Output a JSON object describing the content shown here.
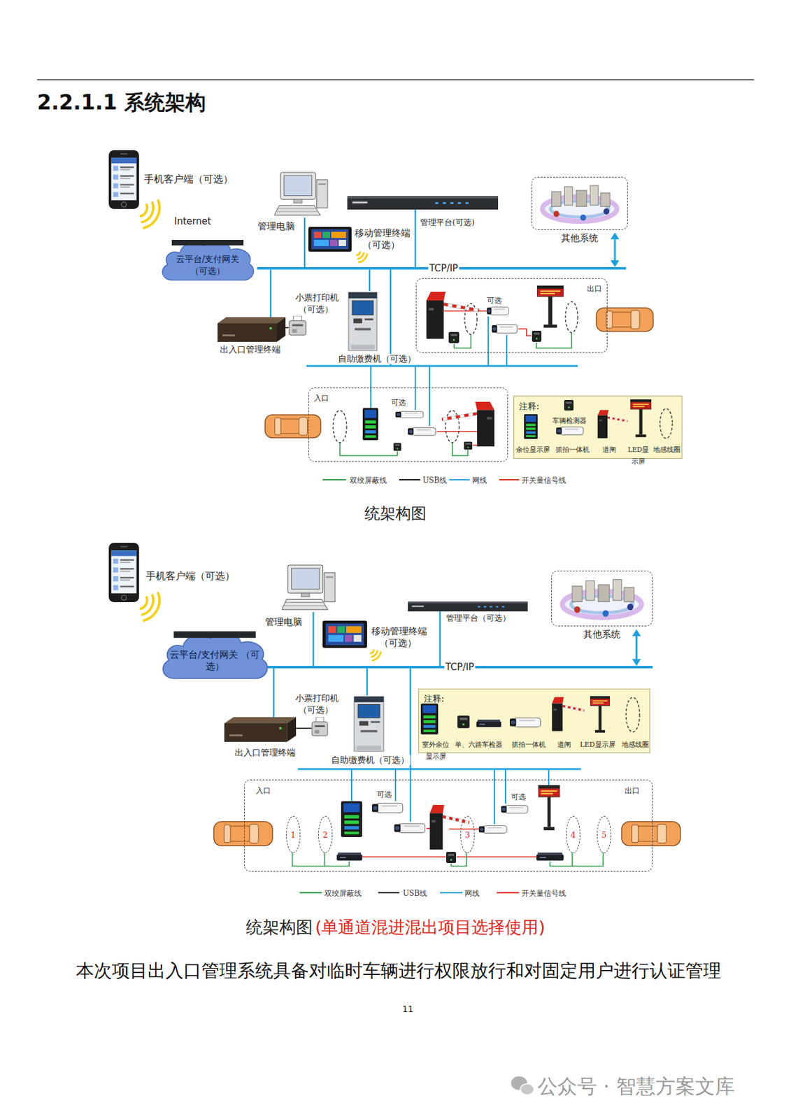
{
  "diagram": {
    "title": "2.2.1.1 系统架构",
    "nodes": [
      {
        "text": [
          "云平台/支付网关 （可选）"
        ]
      },
      {
        "text": [
          "其他系统"
        ]
      },
      {
        "text": [
          "出口"
        ]
      },
      {
        "text": [
          "入口"
        ]
      },
      {
        "text": [
          "注释:",
          "余位显示屏",
          "车辆检测器",
          "抓拍一体机",
          "道闸",
          "LED显示屏",
          "地感线圈"
        ]
      },
      {
        "text": [
          "云平台/支付网关 （可选）"
        ]
      },
      {
        "text": [
          "其他系统"
        ]
      },
      {
        "text": [
          "注释:",
          "室外余位显示屏",
          "单、六路车检器",
          "抓拍一体机",
          "道闸",
          "LED显示屏",
          "地感线圈"
        ]
      },
      {
        "text": [
          "入口",
          "出口"
        ]
      },
      {
        "text": [
          "1"
        ],
        "in": 8
      },
      {
        "text": [
          "2"
        ],
        "in": 8
      },
      {
        "text": [
          "3"
        ],
        "in": 8
      },
      {
        "text": [
          "4"
        ],
        "in": 8
      },
      {
        "text": [
          "5"
        ],
        "in": 8
      }
    ],
    "labels": [
      "手机客户端（可选）",
      "Internet",
      "管理电脑",
      "管理平台(可选)",
      "移动管理终端 （可选）",
      "TCP/IP",
      "小票打印机 （可选）",
      "出入口管理终端",
      "自助缴费机（可选）",
      "可选",
      "可选",
      "统架构图",
      "手机客户端（可选）",
      "管理电脑",
      "管理平台（可选）",
      "移动管理终端 （可选）",
      "TCP/IP",
      "小票打印机 （可选）",
      "出入口管理终端",
      "自助缴费机（可选）",
      "可选",
      "可选",
      "统架构图",
      "(单通道混进混出项目选择使用)",
      "本次项目出入口管理系统具备对临时车辆进行权限放行和对固定用户进行认证管理",
      "11",
      "公众号 · 智慧方案文库"
    ],
    "legend": [
      {
        "text": "双绞屏蔽线"
      },
      {
        "text": "USB线"
      },
      {
        "text": "网线"
      },
      {
        "text": "开关量信号线"
      },
      {
        "text": "双绞屏蔽线"
      },
      {
        "text": "USB线"
      },
      {
        "text": "网线"
      },
      {
        "text": "开关量信号线"
      }
    ]
  }
}
